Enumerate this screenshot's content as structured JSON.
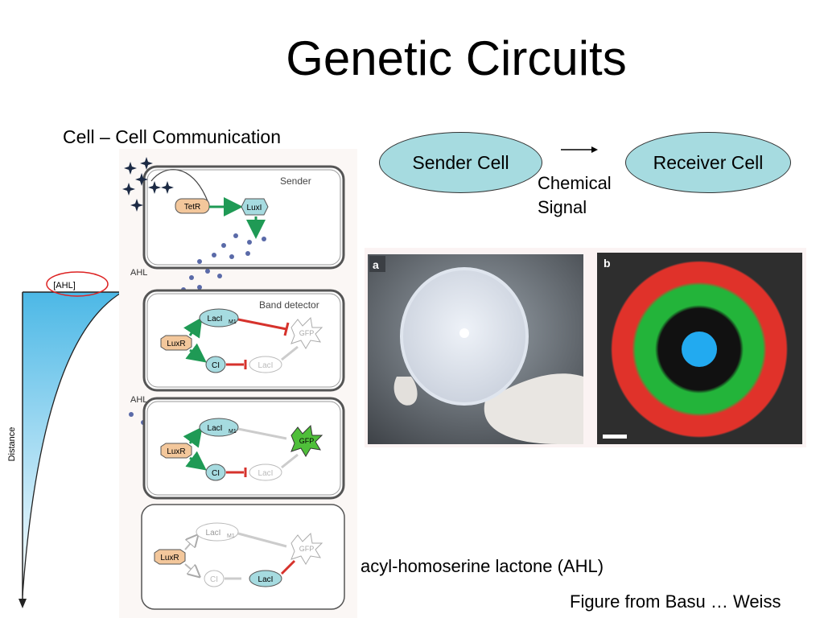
{
  "slide": {
    "title": "Genetic Circuits",
    "subtitle": "Cell – Cell Communication",
    "caption": "acyl-homoserine lactone (AHL)",
    "credit": "Figure from Basu … Weiss"
  },
  "flow": {
    "sender": "Sender Cell",
    "receiver": "Receiver Cell",
    "signal_line1": "Chemical",
    "signal_line2": "Signal"
  },
  "gradient_plot": {
    "marker": "[AHL]",
    "axis_label": "Distance"
  },
  "circuit": {
    "sender_title": "Sender",
    "detector_title": "Band detector",
    "ahl": "AHL",
    "tetr": "TetR",
    "luxi": "LuxI",
    "luxr": "LuxR",
    "laci_m1": "LacI",
    "m1_sub": "M1",
    "ci": "CI",
    "laci": "LacI",
    "gfp": "GFP"
  },
  "photos": {
    "panel_a": "a",
    "panel_b": "b"
  },
  "colors": {
    "cell_fill": "#a6dbe0",
    "tetr_fill": "#f3c79b",
    "gfp_on": "#4fbf3a",
    "activation_arrow": "#1f9a55",
    "repression_bar": "#d6322c",
    "ring_outer": "#e0322a",
    "ring_inner": "#23b43a",
    "plate_center": "#22aaf0"
  }
}
